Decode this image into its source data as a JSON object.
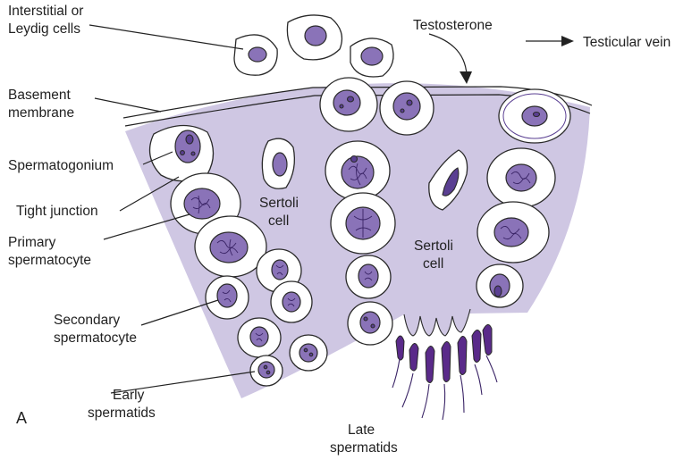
{
  "labels": {
    "interstitial_1": "Interstitial or",
    "interstitial_2": "Leydig cells",
    "testosterone": "Testosterone",
    "testicular_vein": "Testicular vein",
    "basement_1": "Basement",
    "basement_2": "membrane",
    "spermatogonium": "Spermatogonium",
    "tight_junction": "Tight junction",
    "primary_1": "Primary",
    "primary_2": "spermatocyte",
    "secondary_1": "Secondary",
    "secondary_2": "spermatocyte",
    "early_1": "Early",
    "early_2": "spermatids",
    "sertoli_left_1": "Sertoli",
    "sertoli_left_2": "cell",
    "sertoli_right_1": "Sertoli",
    "sertoli_right_2": "cell",
    "late_1": "Late",
    "late_2": "spermatids",
    "panel_letter": "A"
  },
  "colors": {
    "cytoplasm": "#cfc7e3",
    "nucleus": "#8a73b8",
    "nucleus_dark": "#5a3f92",
    "line": "#222222"
  }
}
